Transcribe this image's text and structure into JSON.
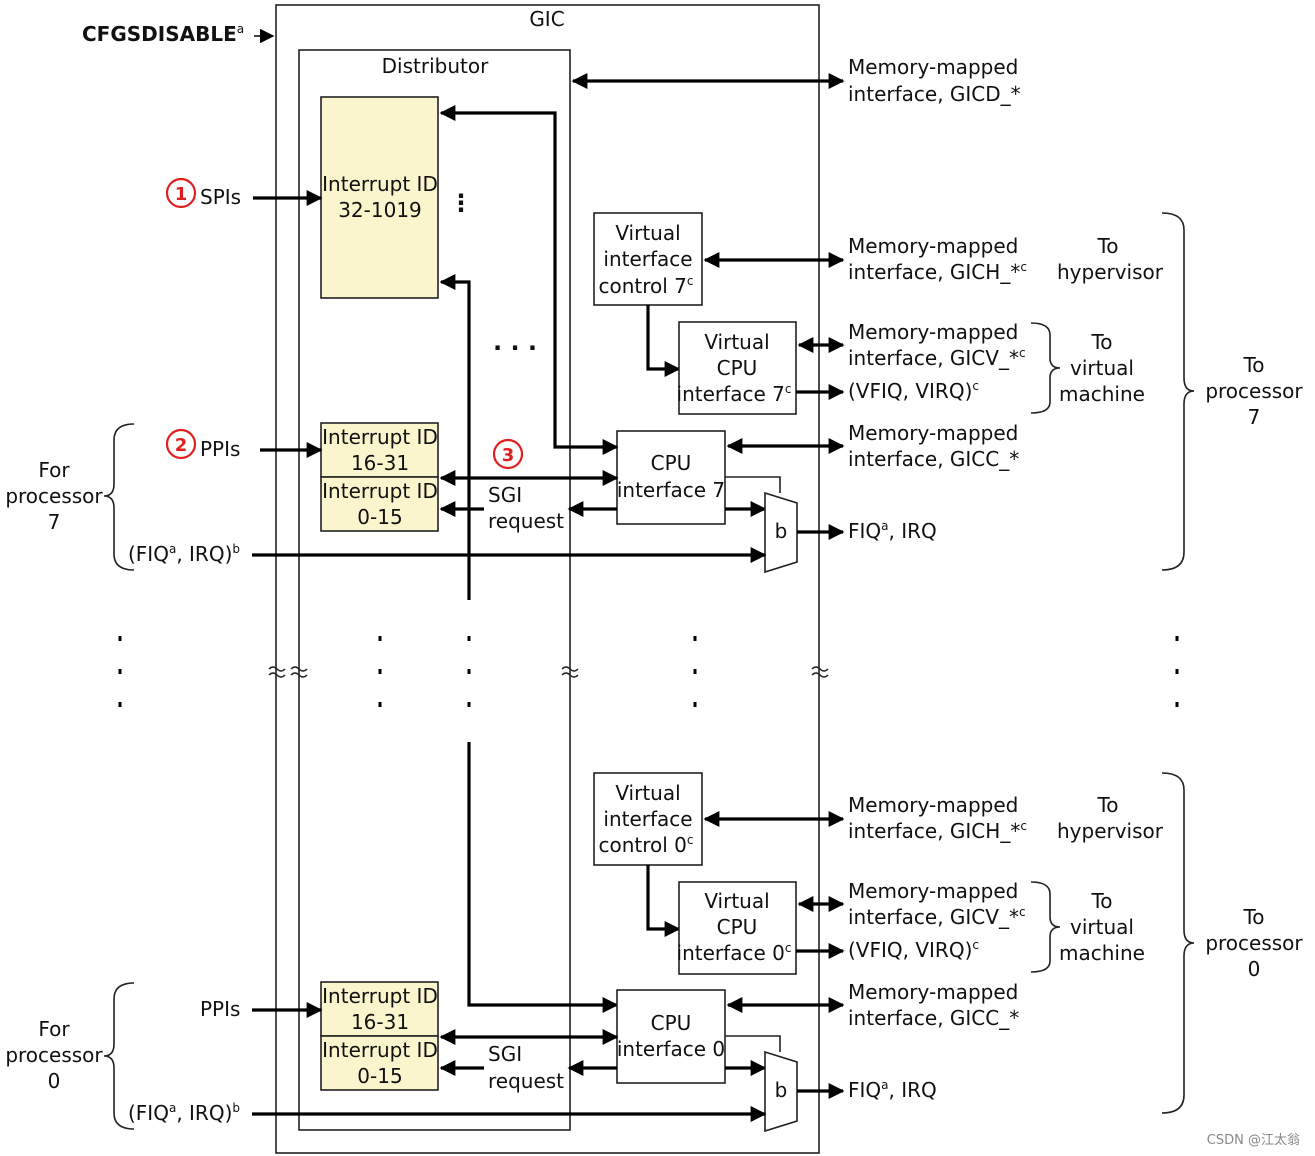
{
  "cfgsdisable": "CFGSDISABLE",
  "sup_a": "a",
  "sup_b": "b",
  "sup_c": "c",
  "gic_title": "GIC",
  "distributor_title": "Distributor",
  "spi_block": {
    "line1": "Interrupt ID",
    "line2": "32-1019"
  },
  "spis_label": "SPIs",
  "ppis_label": "PPIs",
  "ppi_block": {
    "line1": "Interrupt ID",
    "line2": "16-31"
  },
  "sgi_block": {
    "line1": "Interrupt ID",
    "line2": "0-15"
  },
  "sgi_request": {
    "line1": "SGI",
    "line2": "request"
  },
  "vic7": {
    "line1": "Virtual",
    "line2": "interface",
    "line3": "control 7"
  },
  "vcpu7": {
    "line1": "Virtual",
    "line2": "CPU",
    "line3": "interface 7"
  },
  "cpu7": {
    "line1": "CPU",
    "line2": "interface 7"
  },
  "vic0": {
    "line1": "Virtual",
    "line2": "interface",
    "line3": "control 0"
  },
  "vcpu0": {
    "line1": "Virtual",
    "line2": "CPU",
    "line3": "interface 0"
  },
  "cpu0": {
    "line1": "CPU",
    "line2": "interface 0"
  },
  "mux_label": "b",
  "mm_label": "Memory-mapped",
  "gicd": "interface, GICD_*",
  "gich": "interface, GICH_*",
  "gicv": "interface, GICV_*",
  "gicc": "interface, GICC_*",
  "vfiq_label": "(VFIQ, VIRQ)",
  "fiq_out_a": "FIQ",
  "fiq_out_b": ", IRQ",
  "fiq_in_a": "(FIQ",
  "fiq_in_b": ", IRQ)",
  "to_hypervisor": {
    "line1": "To",
    "line2": "hypervisor"
  },
  "to_vm": {
    "line1": "To",
    "line2": "virtual",
    "line3": "machine"
  },
  "to_proc7": {
    "line1": "To",
    "line2": "processor",
    "line3": "7"
  },
  "to_proc0": {
    "line1": "To",
    "line2": "processor",
    "line3": "0"
  },
  "for_proc7": {
    "line1": "For",
    "line2": "processor",
    "line3": "7"
  },
  "for_proc0": {
    "line1": "For",
    "line2": "processor",
    "line3": "0"
  },
  "ellipsis": "…",
  "marker1": "1",
  "marker2": "2",
  "marker3": "3",
  "marker_color": "#e02020",
  "block_fill": "#fbf5cd",
  "watermark": "CSDN @江太翁"
}
